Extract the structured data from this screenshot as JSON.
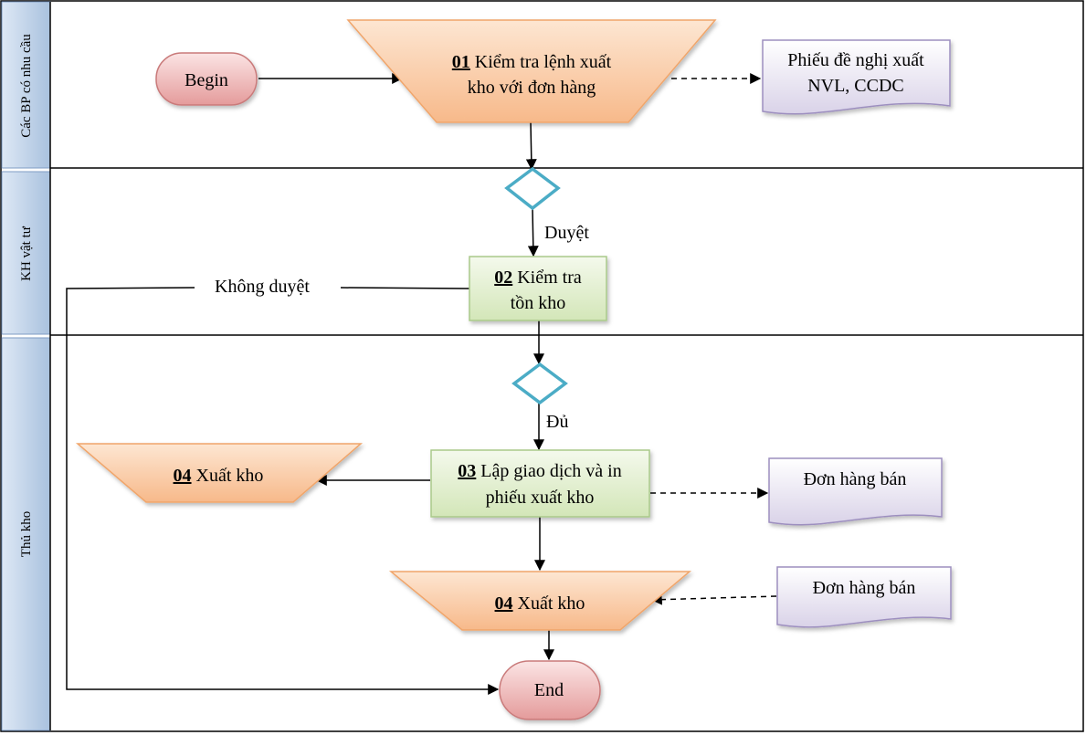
{
  "lanes": [
    {
      "label": "Các BP có nhu cầu"
    },
    {
      "label": "KH vật tư"
    },
    {
      "label": "Thủ kho"
    }
  ],
  "nodes": {
    "begin": {
      "text": "Begin"
    },
    "end": {
      "text": "End"
    },
    "step01": {
      "number": "01",
      "line1": " Kiểm tra lệnh xuất",
      "line2": "kho với đơn hàng"
    },
    "step02": {
      "number": "02",
      "line1": " Kiểm tra",
      "line2": "tồn kho"
    },
    "step03": {
      "number": "03",
      "line1": " Lập giao dịch và in",
      "line2": "phiếu xuất kho"
    },
    "step04a": {
      "number": "04",
      "line1": " Xuất kho"
    },
    "step04b": {
      "number": "04",
      "line1": " Xuất kho"
    },
    "doc_request": {
      "line1": "Phiếu đề nghị xuất",
      "line2": "NVL,  CCDC"
    },
    "doc_order1": {
      "line1": "Đơn hàng bán"
    },
    "doc_order2": {
      "line1": "Đơn hàng bán"
    }
  },
  "edge_labels": {
    "approved": "Duyệt",
    "not_approved": "Không duyệt",
    "enough": "Đủ"
  },
  "colors": {
    "orange_top": "#fde6d2",
    "orange_bottom": "#f7b98a",
    "orange_stroke": "#f0a56b",
    "green_top": "#f4f9ec",
    "green_bottom": "#d3e6b8",
    "green_stroke": "#a9c98a",
    "purple_top": "#ffffff",
    "purple_bottom": "#d9d2e8",
    "purple_stroke": "#9d8fbf",
    "pink_top": "#fbe4e4",
    "pink_bottom": "#e49b9b",
    "pink_stroke": "#c97a7a",
    "lane_top": "#dde8f5",
    "lane_bottom": "#a9c1de",
    "diamond_stroke": "#4bacc6"
  }
}
